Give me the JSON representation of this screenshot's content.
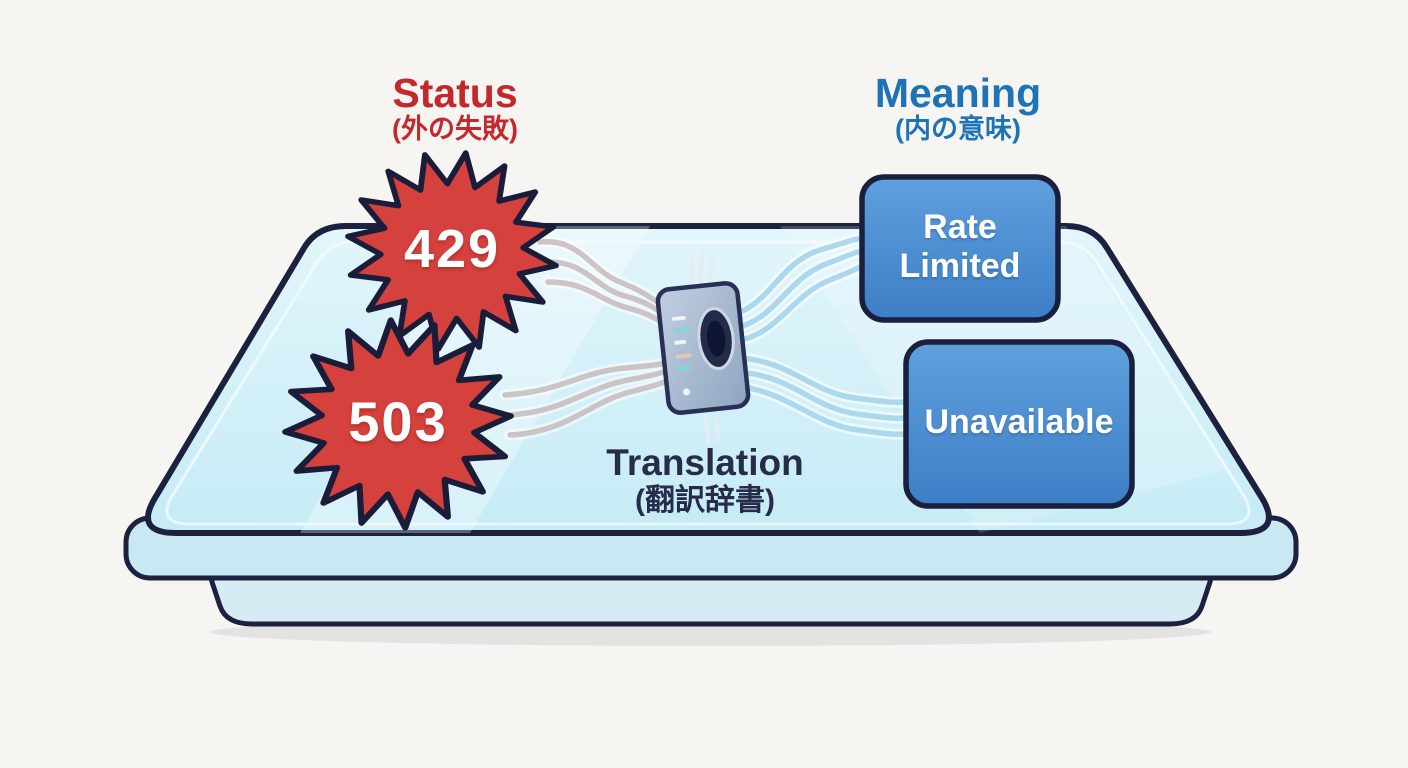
{
  "headers": {
    "status": {
      "title": "Status",
      "subtitle": "(外の失敗)",
      "color": "#c3282d"
    },
    "meaning": {
      "title": "Meaning",
      "subtitle": "(内の意味)",
      "color": "#1d73b8"
    }
  },
  "badges": [
    {
      "code": "429"
    },
    {
      "code": "503"
    }
  ],
  "translator": {
    "title": "Translation",
    "subtitle": "(翻訳辞書)"
  },
  "meanings": [
    {
      "label": "Rate Limited"
    },
    {
      "label": "Unavailable"
    }
  ],
  "colors": {
    "status_red": "#c3282d",
    "badge_red": "#d5413c",
    "meaning_blue": "#1d73b8",
    "box_blue": "#4d90d2",
    "outline_navy": "#1c2140",
    "tray_cyan": "#d8f1f8",
    "wire_left": "#c8bfc2",
    "wire_right": "#a9d7ee"
  }
}
